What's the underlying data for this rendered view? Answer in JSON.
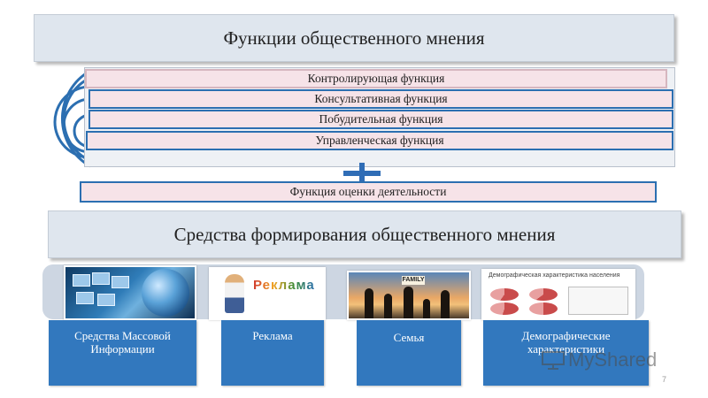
{
  "section1": {
    "title": "Функции общественного мнения",
    "functions": [
      "Контролирующая функция",
      "Консультативная функция",
      "Побудительная функция",
      "Управленческая функция"
    ],
    "extra_function": "Функция оценки деятельности"
  },
  "section2": {
    "title": "Средства формирования общественного мнения",
    "categories": [
      {
        "label": "Средства Массовой Информации",
        "image": "mass-media-image"
      },
      {
        "label": "Реклама",
        "image": "advertising-image"
      },
      {
        "label": "Семья",
        "image": "family-image"
      },
      {
        "label": "Демографические характеристики",
        "image": "demographics-chart-image"
      }
    ],
    "ad_image_word": "Реклама",
    "family_image_sign": "FAMILY",
    "demo_image_caption": "Демографическая характеристика населения"
  },
  "watermark": "MyShared",
  "page_number": "7",
  "colors": {
    "banner_bg": "#dfe6ee",
    "function_bar_bg": "#f6e3e8",
    "function_bar_border": "#2c6fb1",
    "category_box_bg": "#3278be",
    "plus_sign": "#2f6db6"
  }
}
